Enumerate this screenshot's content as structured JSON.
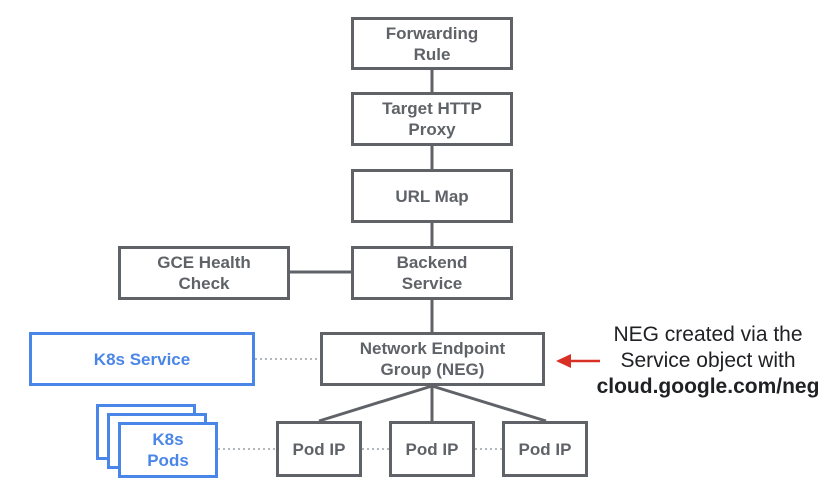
{
  "nodes": {
    "forwarding_rule": "Forwarding\nRule",
    "target_proxy": "Target HTTP\nProxy",
    "url_map": "URL Map",
    "backend_service": "Backend\nService",
    "health_check": "GCE Health\nCheck",
    "neg": "Network Endpoint\nGroup (NEG)",
    "k8s_service": "K8s Service",
    "k8s_pods": "K8s\nPods",
    "pod_ip_1": "Pod IP",
    "pod_ip_2": "Pod IP",
    "pod_ip_3": "Pod IP"
  },
  "annotation": {
    "line1": "NEG created via the",
    "line2": "Service object with",
    "line3": "cloud.google.com/neg"
  },
  "colors": {
    "box_border": "#5f6368",
    "k8s_blue": "#4a86e8",
    "arrow_red": "#d93025"
  }
}
